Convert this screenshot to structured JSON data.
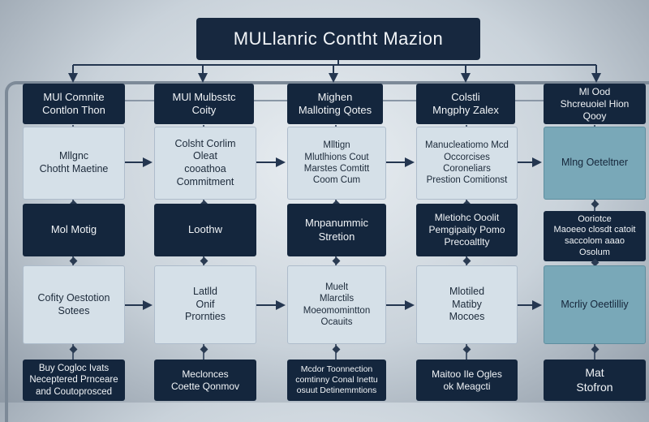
{
  "title": "MULlanric Contht Mazion",
  "columns": [
    {
      "header": "MUl Comnite\nContlon Thon",
      "stage1": "Mllgnc\nChotht Maetine",
      "stage2": "Mol Motig",
      "stage3": "Cofity Oestotion\nSotees",
      "stage4": "Buy Cogloc Ivats\nNeceptered Prnceare\nand Coutoprosced"
    },
    {
      "header": "MUl Mulbsstc\nCoity",
      "stage1": "Colsht Corlim\nOleat\ncooathoa\nCommitment",
      "stage2": "Loothw",
      "stage3": "Latlld\nOnif\nPrornties",
      "stage4": "Meclonces\nCoette Qonmov"
    },
    {
      "header": "Mighen\nMalloting Qotes",
      "stage1": "Mlltign\nMlutlhions Cout\nMarstes Comtitt\nCoom Cum",
      "stage2": "Mnpanummic\nStretion",
      "stage3": "Muelt\nMlarctils\nMoeomomintton\nOcauits",
      "stage4": "Mcdor Toonnection\ncomtinny Conal Inettu\nosuut Detinemmtions"
    },
    {
      "header": "Colstli\nMngphy Zalex",
      "stage1": "Manucleatiomo Mcd\nOccorcises\nCoroneliars\nPrestion Comitionst",
      "stage2": "Mletiohc Ooolit\nPemgipaity Pomo\nPrecoaltlty",
      "stage3": "Mlotiled\nMatiby\nMocoes",
      "stage4": "Maitoo Ile Ogles\nok Meagcti"
    },
    {
      "header": "Ml Ood\nShcreuoiel Hion\nQooy",
      "stage1": "Mlng Oeteltner",
      "stage2": "Ooriotce\nMaoeeo closdt catoit\nsaccolom aaao\nOsolum",
      "stage3": "Mcrliy Oeetlilliy",
      "stage4": "Mat\nStofron"
    }
  ]
}
